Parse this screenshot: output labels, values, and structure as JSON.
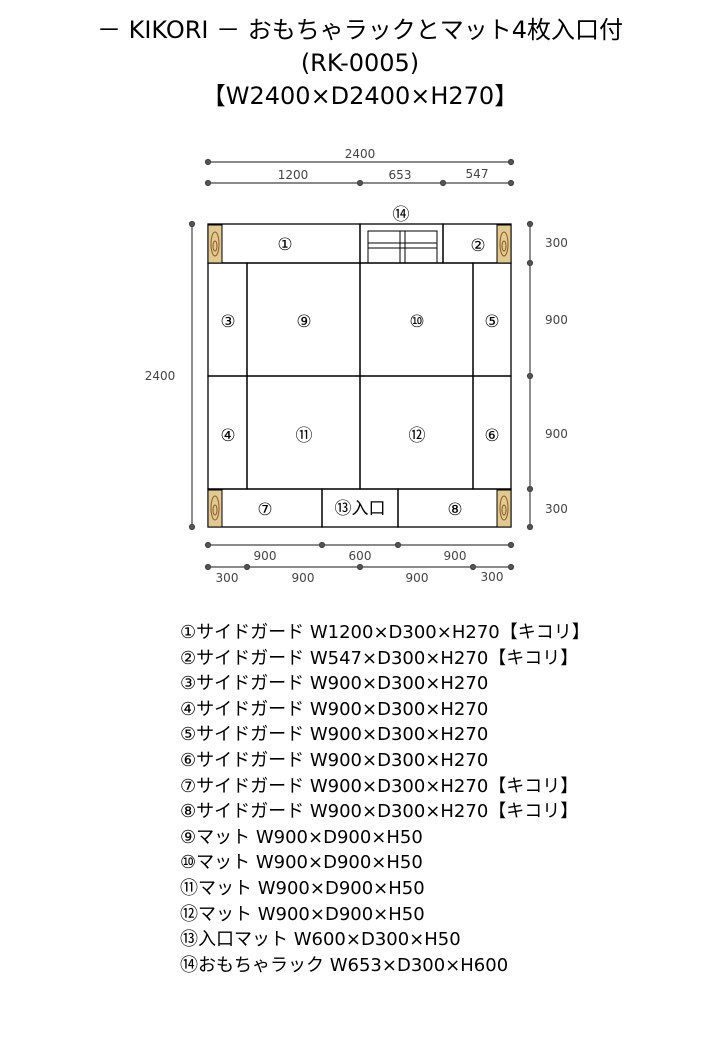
{
  "title": {
    "line1": "－ KIKORI － おもちゃラックとマット4枚入口付",
    "line2": "(RK-0005)",
    "line3": "【W2400×D2400×H270】"
  },
  "dimensions": {
    "top_total": "2400",
    "top_segments": [
      "1200",
      "653",
      "547"
    ],
    "left_total": "2400",
    "right_segments": [
      "300",
      "900",
      "900",
      "300"
    ],
    "bottom_row1": [
      "900",
      "600",
      "900"
    ],
    "bottom_row2": [
      "300",
      "900",
      "900",
      "300"
    ]
  },
  "parts": {
    "p1": "①",
    "p2": "②",
    "p3": "③",
    "p4": "④",
    "p5": "⑤",
    "p6": "⑥",
    "p7": "⑦",
    "p8": "⑧",
    "p9": "⑨",
    "p10": "⑩",
    "p11": "⑪",
    "p12": "⑫",
    "p13": "⑬入口",
    "p14": "⑭"
  },
  "parts_list": [
    "①サイドガード W1200×D300×H270【キコリ】",
    "②サイドガード W547×D300×H270【キコリ】",
    "③サイドガード W900×D300×H270",
    "④サイドガード W900×D300×H270",
    "⑤サイドガード W900×D300×H270",
    "⑥サイドガード W900×D300×H270",
    "⑦サイドガード W900×D300×H270【キコリ】",
    "⑧サイドガード W900×D300×H270【キコリ】",
    "⑨マット W900×D900×H50",
    "⑩マット W900×D900×H50",
    "⑪マット W900×D900×H50",
    "⑫マット W900×D900×H50",
    "⑬入口マット W600×D300×H50",
    "⑭おもちゃラック W653×D300×H600"
  ],
  "colors": {
    "wood": "#e2c98f",
    "line": "#000000",
    "dim": "#444444"
  }
}
